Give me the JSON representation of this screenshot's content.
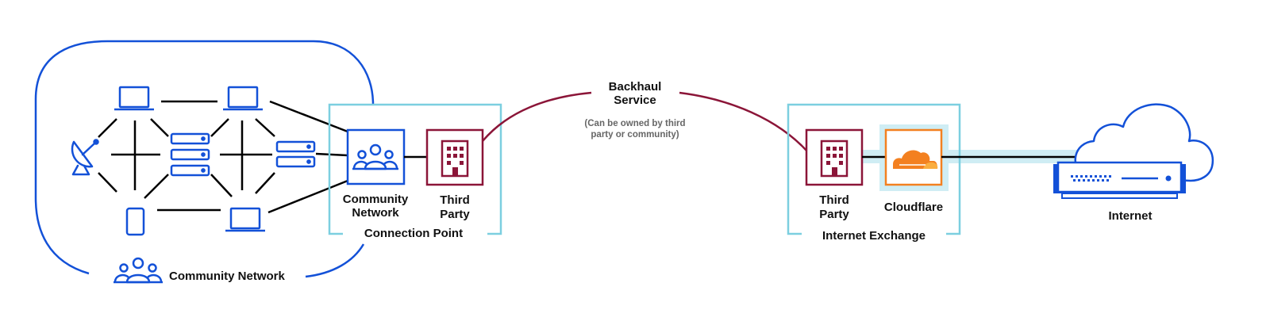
{
  "community_network": {
    "title": "Community Network",
    "node_icons": [
      "satellite-dish-icon",
      "laptop-icon",
      "laptop-icon",
      "server-icon",
      "server-icon",
      "phone-icon",
      "laptop-icon"
    ]
  },
  "connection_point": {
    "title": "Connection Point",
    "community_label": [
      "Community",
      "Network"
    ],
    "third_party_label": [
      "Third",
      "Party"
    ]
  },
  "backhaul": {
    "title": [
      "Backhaul",
      "Service"
    ],
    "note": [
      "(Can be owned by third",
      "party or community)"
    ]
  },
  "internet_exchange": {
    "title": "Internet Exchange",
    "third_party_label": [
      "Third",
      "Party"
    ],
    "cloudflare_label": "Cloudflare"
  },
  "internet": {
    "label": "Internet"
  },
  "colors": {
    "blue": "#1351D8",
    "cyan": "#7CCFE0",
    "cyan_fill": "#CFEDF4",
    "maroon": "#8B1538",
    "orange": "#F38020",
    "black": "#000000"
  }
}
